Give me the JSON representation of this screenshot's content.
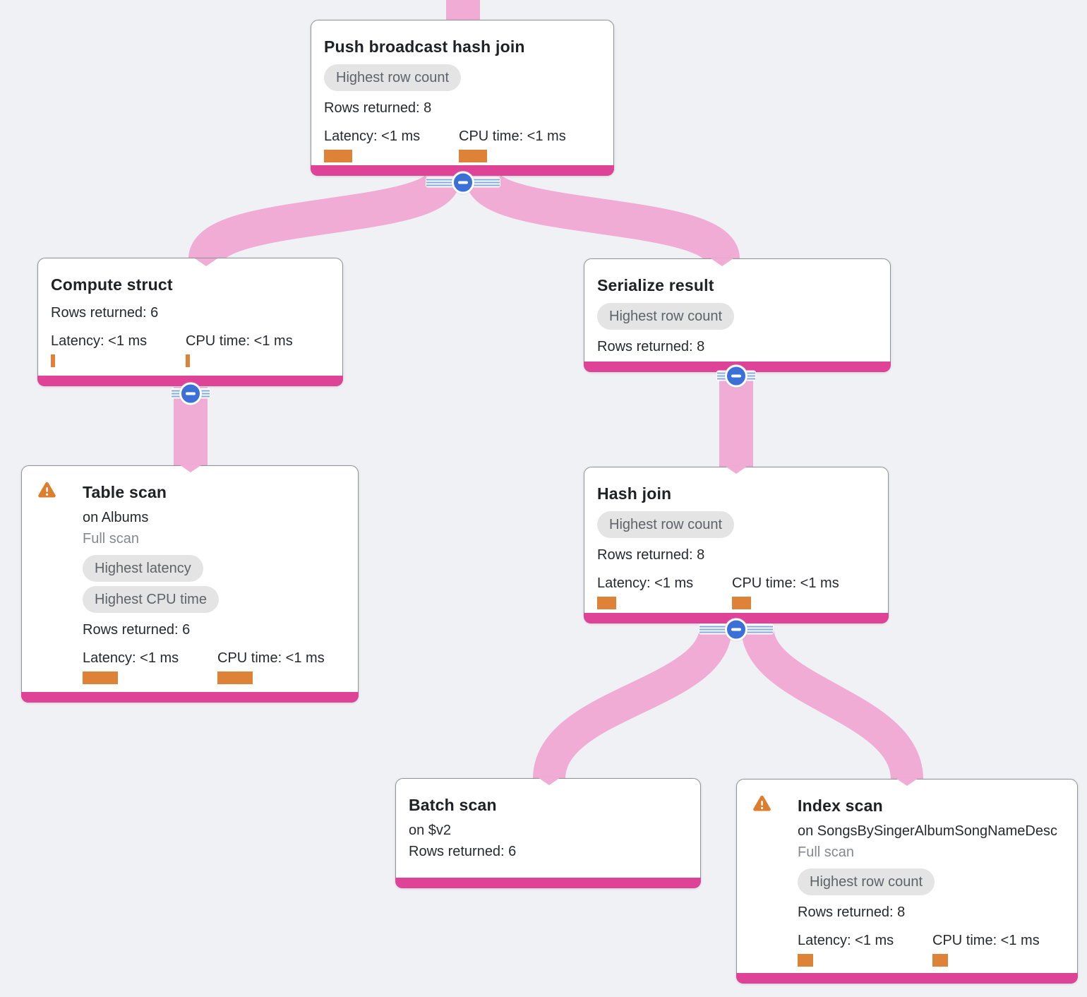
{
  "colors": {
    "background": "#eff1f4",
    "card_bg": "#ffffff",
    "card_border": "#8f949a",
    "flow_ribbon_pink": "#f0acd4",
    "node_bottom_bar_magenta": "#de4397",
    "metric_bar_orange": "#dd8236",
    "warning_orange": "#dd7d2e",
    "collapse_blue": "#3b70d6",
    "badge_bg": "#e4e4e5",
    "badge_text": "#5f6368",
    "text_primary": "#202124",
    "text_muted": "#85898d"
  },
  "icons": {
    "warning": "triangle-exclamation",
    "collapse": "minus-circle"
  },
  "nodes": [
    {
      "title": "Push broadcast hash join",
      "badges": [
        "Highest row count"
      ],
      "rows_returned": "Rows returned: 8",
      "latency_label": "Latency: <1 ms",
      "cpu_label": "CPU time: <1 ms",
      "latency_bar": 40,
      "cpu_bar": 40
    },
    {
      "title": "Compute struct",
      "rows_returned": "Rows returned: 6",
      "latency_label": "Latency: <1 ms",
      "cpu_label": "CPU time: <1 ms",
      "latency_bar": 6,
      "cpu_bar": 6
    },
    {
      "title": "Table scan",
      "warning": true,
      "target": "on Albums",
      "scan_type": "Full scan",
      "badges": [
        "Highest latency",
        "Highest CPU time"
      ],
      "rows_returned": "Rows returned: 6",
      "latency_label": "Latency: <1 ms",
      "cpu_label": "CPU time: <1 ms",
      "latency_bar": 50,
      "cpu_bar": 50
    },
    {
      "title": "Serialize result",
      "badges": [
        "Highest row count"
      ],
      "rows_returned": "Rows returned: 8"
    },
    {
      "title": "Hash join",
      "badges": [
        "Highest row count"
      ],
      "rows_returned": "Rows returned: 8",
      "latency_label": "Latency: <1 ms",
      "cpu_label": "CPU time: <1 ms",
      "latency_bar": 27,
      "cpu_bar": 27
    },
    {
      "title": "Batch scan",
      "target": "on $v2",
      "rows_returned": "Rows returned: 6"
    },
    {
      "title": "Index scan",
      "warning": true,
      "target": "on SongsBySingerAlbumSongNameDesc",
      "scan_type": "Full scan",
      "badges": [
        "Highest row count"
      ],
      "rows_returned": "Rows returned: 8",
      "latency_label": "Latency: <1 ms",
      "cpu_label": "CPU time: <1 ms",
      "latency_bar": 22,
      "cpu_bar": 22
    }
  ]
}
